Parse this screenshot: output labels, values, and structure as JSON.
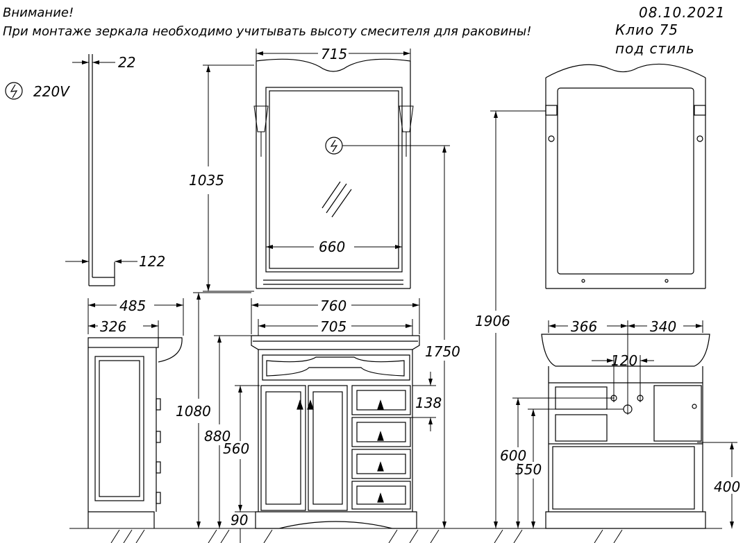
{
  "notes": {
    "warning_title": "Внимание!",
    "warning_text": "При монтаже зеркала необходимо учитывать высоту смесителя для раковины!"
  },
  "title_block": {
    "date": "08.10.2021",
    "model": "Клио 75",
    "style": "под стиль"
  },
  "power": {
    "symbol": "ϟ",
    "voltage": "220V"
  },
  "dimensions": {
    "mirror_depth": "22",
    "mirror_shelf_depth": "122",
    "mirror_width": "715",
    "mirror_height": "1035",
    "mirror_glass_width": "660",
    "socket_height": "1750",
    "total_height": "1906",
    "cabinet_depth": "485",
    "cabinet_body_depth": "326",
    "top_width": "760",
    "body_width": "705",
    "height_top": "1080",
    "height_body": "880",
    "height_door": "560",
    "plinth": "90",
    "drawer_offset": "138",
    "rear_left": "366",
    "rear_right": "340",
    "rear_gap": "120",
    "rear_h600": "600",
    "rear_h550": "550",
    "rear_h400": "400"
  }
}
